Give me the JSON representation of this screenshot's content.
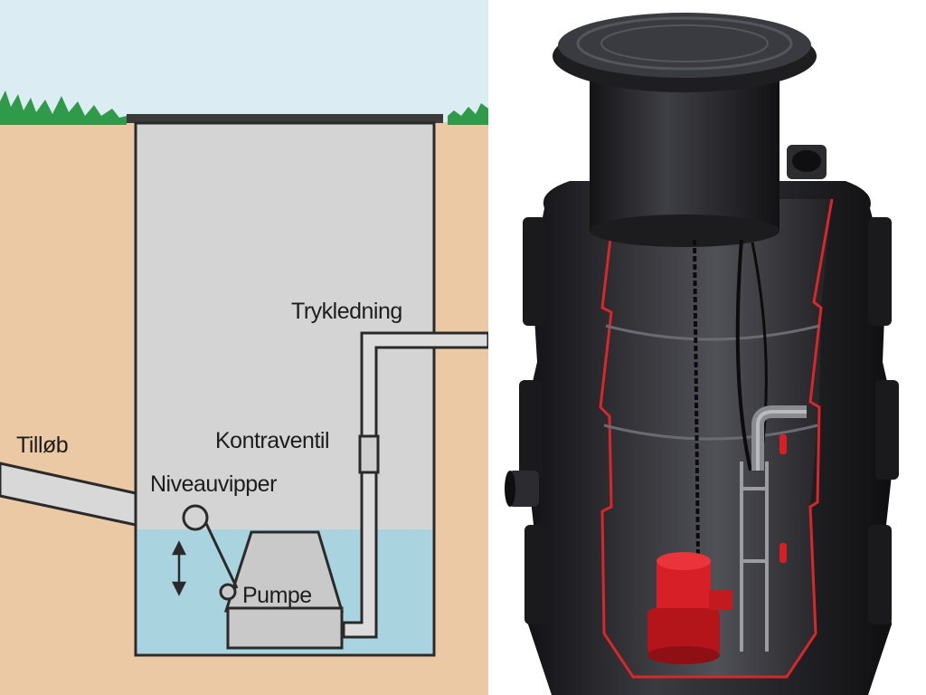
{
  "diagram": {
    "labels": {
      "inlet": "Tilløb",
      "pressure_pipe": "Trykledning",
      "check_valve": "Kontraventil",
      "float_switch": "Niveauvipper",
      "pump": "Pumpe"
    },
    "colors": {
      "sky": "#dcecf3",
      "soil": "#ecc9a5",
      "grass": "#2f9a4a",
      "tank_wall": "#c8c8c8",
      "tank_interior": "#d4d4d4",
      "water": "#a9d3de",
      "pipe": "#d8d8d8",
      "outline": "#2a2a2a",
      "cutaway_body": "#1f1f22",
      "cut_edge": "#d9262b",
      "pump_red": "#d61f26"
    }
  }
}
